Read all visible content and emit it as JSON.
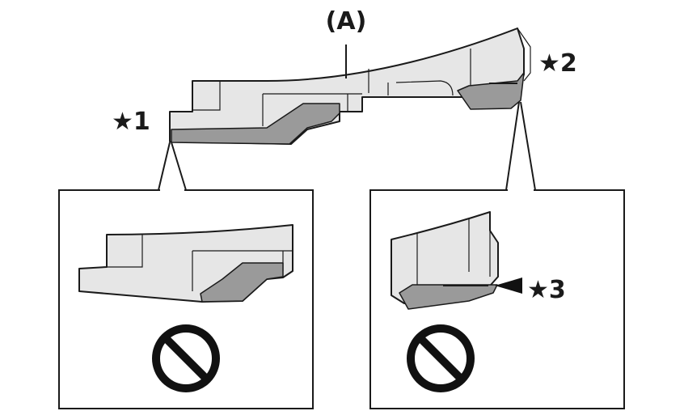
{
  "labels": {
    "part_a": "(A)",
    "marker_1": "★1",
    "marker_2": "★2",
    "marker_3": "★3"
  },
  "icons": {
    "prohibited_left": "prohibition-icon",
    "prohibited_right": "prohibition-icon",
    "arrow_marker_3": "arrow-left-icon"
  },
  "colors": {
    "body": "#e6e6e6",
    "pad": "#9a9a9a",
    "line": "#1a1a1a"
  }
}
